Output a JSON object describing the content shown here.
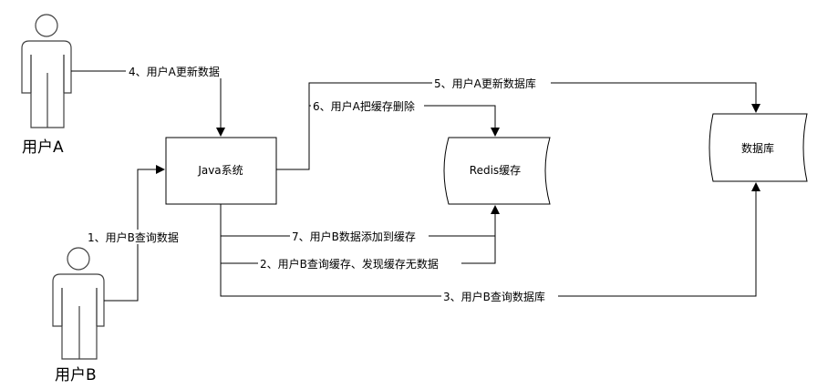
{
  "actors": {
    "user_a": "用户A",
    "user_b": "用户B"
  },
  "nodes": {
    "java": "Java系统",
    "redis": "Redis缓存",
    "db": "数据库"
  },
  "edges": {
    "e1": "1、用户B查询数据",
    "e2": "2、用户B查询缓存、发现缓存无数据",
    "e3": "3、用户B查询数据库",
    "e4": "4、用户A更新数据",
    "e5": "5、用户A更新数据库",
    "e6": "6、用户A把缓存删除",
    "e7": "7、用户B数据添加到缓存"
  }
}
